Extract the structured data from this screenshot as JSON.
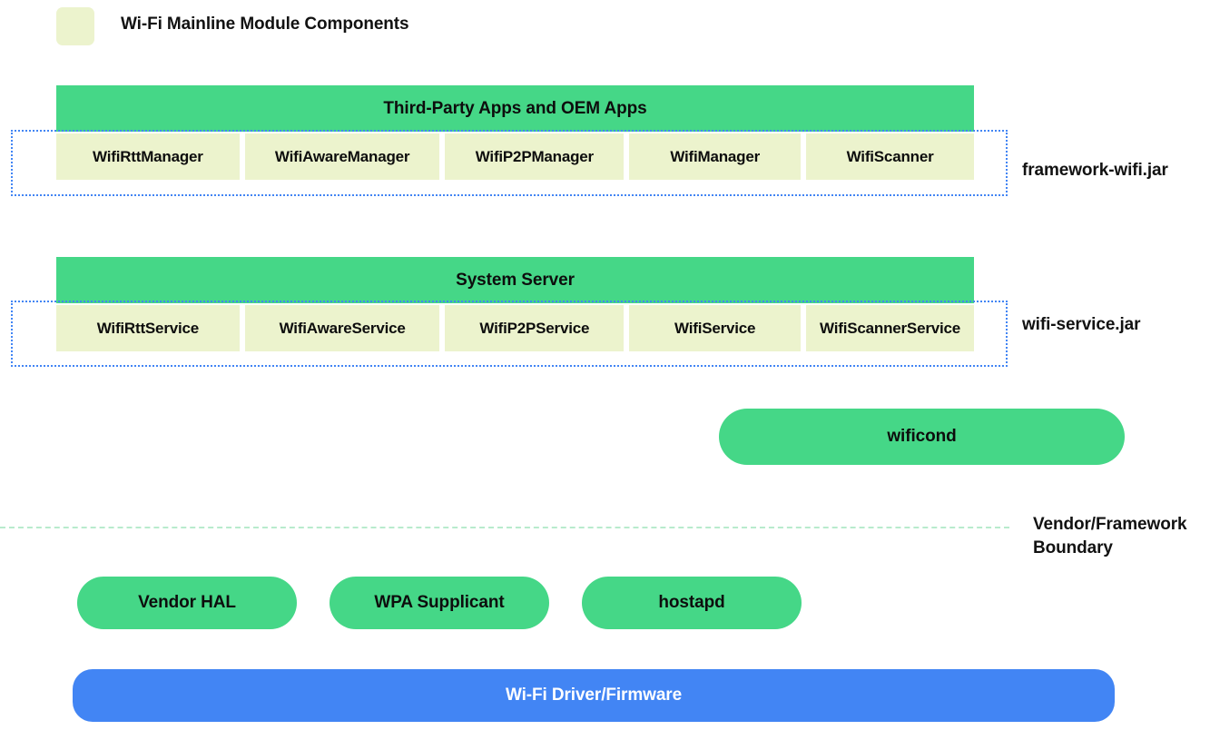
{
  "legend": {
    "swatch_color": "#ecf3cd",
    "label": "Wi-Fi Mainline Module Components"
  },
  "colors": {
    "green": "#45d787",
    "pale_green_yellow": "#ecf3cd",
    "blue": "#4285f4",
    "dotted_border": "#4285f4",
    "boundary_dash": "#b8ebcd",
    "text_dark": "#0d0d0d",
    "text_light": "#ffffff"
  },
  "framework_layer": {
    "header": "Third-Party Apps and OEM Apps",
    "side_label": "framework-wifi.jar",
    "components": [
      "WifiRttManager",
      "WifiAwareManager",
      "WifiP2PManager",
      "WifiManager",
      "WifiScanner"
    ]
  },
  "service_layer": {
    "header": "System Server",
    "side_label": "wifi-service.jar",
    "components": [
      "WifiRttService",
      "WifiAwareService",
      "WifiP2PService",
      "WifiService",
      "WifiScannerService"
    ]
  },
  "wificond": {
    "label": "wificond"
  },
  "boundary": {
    "label": "Vendor/Framework\nBoundary"
  },
  "vendor_layer": {
    "items": [
      "Vendor HAL",
      "WPA Supplicant",
      "hostapd"
    ]
  },
  "driver_layer": {
    "label": "Wi-Fi Driver/Firmware"
  }
}
